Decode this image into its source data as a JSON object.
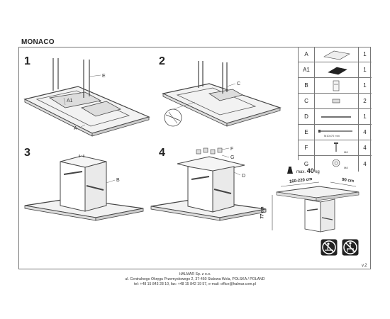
{
  "title": "MONACO",
  "steps": [
    {
      "number": "1",
      "labels": [
        "E",
        "A1",
        "A"
      ]
    },
    {
      "number": "2",
      "labels": [
        "C"
      ]
    },
    {
      "number": "3",
      "labels": [
        "B"
      ]
    },
    {
      "number": "4",
      "labels": [
        "F",
        "G",
        "D"
      ]
    }
  ],
  "parts": [
    {
      "letter": "A",
      "qty": "1"
    },
    {
      "letter": "A1",
      "qty": "1"
    },
    {
      "letter": "B",
      "qty": "1"
    },
    {
      "letter": "C",
      "qty": "2"
    },
    {
      "letter": "D",
      "qty": "1"
    },
    {
      "letter": "E",
      "qty": "4",
      "note": "M10x70 mm"
    },
    {
      "letter": "F",
      "qty": "4",
      "note": "M8"
    },
    {
      "letter": "G",
      "qty": "4",
      "note": "M8"
    }
  ],
  "max_load": {
    "prefix": "max.",
    "value": "40",
    "unit": "kg"
  },
  "dimensions": {
    "length": "160-220 cm",
    "width": "90 cm",
    "height": "77 cm"
  },
  "version": "v.2",
  "footer": {
    "company": "HALMAR Sp. z o.o.",
    "address": "ul. Centralnego Okręgu Przemysłowego 2, 37-450 Stalowa Wola, POLSKA / POLAND",
    "contact": "tel: +48 15 843 28 10, fax: +48 15 842 19 57, e-mail: office@halmar.com.pl"
  }
}
